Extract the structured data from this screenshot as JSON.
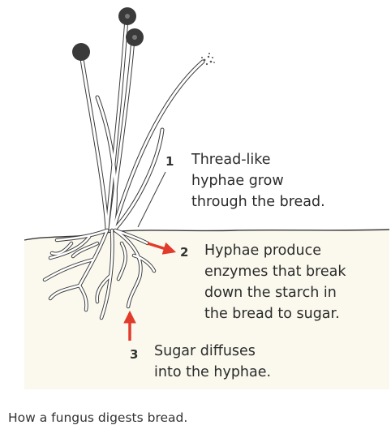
{
  "steps": [
    {
      "number": "1",
      "lines": [
        "Thread-like",
        "hyphae grow",
        "through the bread."
      ]
    },
    {
      "number": "2",
      "lines": [
        "Hyphae produce",
        "enzymes that break",
        "down the starch in",
        "the bread to sugar."
      ]
    },
    {
      "number": "3",
      "lines": [
        "Sugar diffuses",
        "into the hyphae."
      ]
    }
  ],
  "caption": "How a fungus digests bread.",
  "colors": {
    "arrow": "#e23a2b",
    "bread": "#fbf9ee",
    "hypha_fill": "#ffffff",
    "outline": "#3a3a3a",
    "sporangium": "#3a3a3a"
  }
}
